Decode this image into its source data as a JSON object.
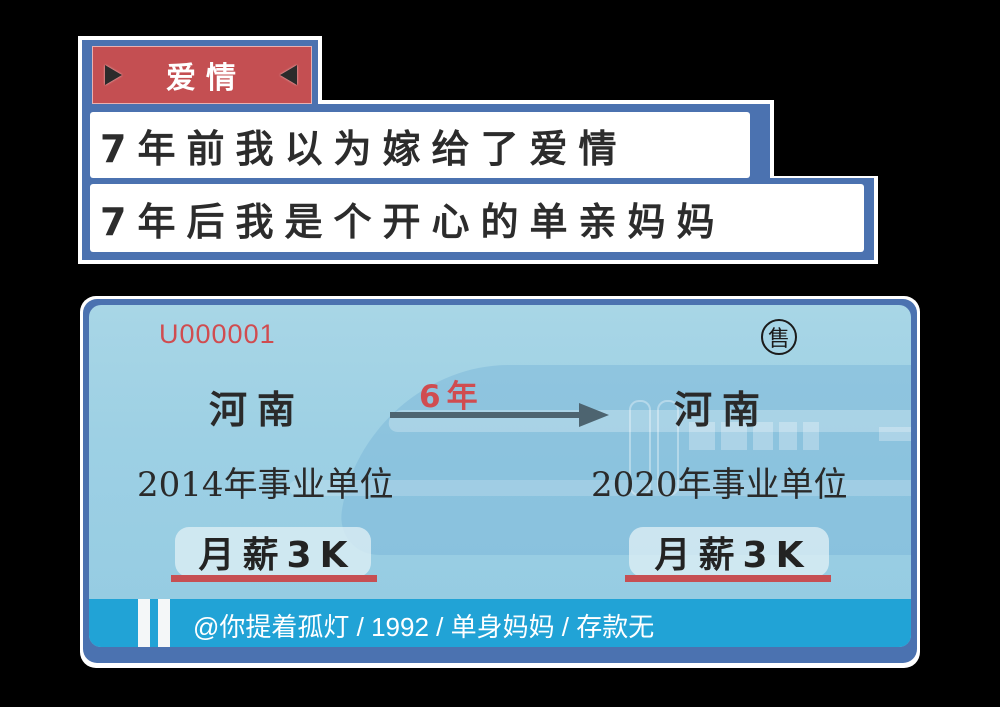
{
  "header": {
    "tag_label": "爱情",
    "tag_icons": [
      "triangle-right-icon",
      "triangle-left-icon"
    ],
    "line1": "7年前我以为嫁给了爱情",
    "line2": "7年后我是个开心的单亲妈妈"
  },
  "ticket": {
    "serial": "U000001",
    "seal": "售",
    "from": {
      "place": "河南",
      "employer": "2014年事业单位",
      "salary": "月薪3K"
    },
    "duration": "6年",
    "to": {
      "place": "河南",
      "employer": "2020年事业单位",
      "salary": "月薪3K"
    },
    "footer": "@你提着孤灯 / 1992 / 单身妈妈 / 存款无"
  },
  "colors": {
    "frame_blue": "#4b72b0",
    "tag_red": "#c44f52",
    "ticket_bg": "#a8d6e6",
    "accent_red": "#d04c50",
    "footer_blue": "#21a3d6",
    "text_dark": "#2a2a2a"
  }
}
